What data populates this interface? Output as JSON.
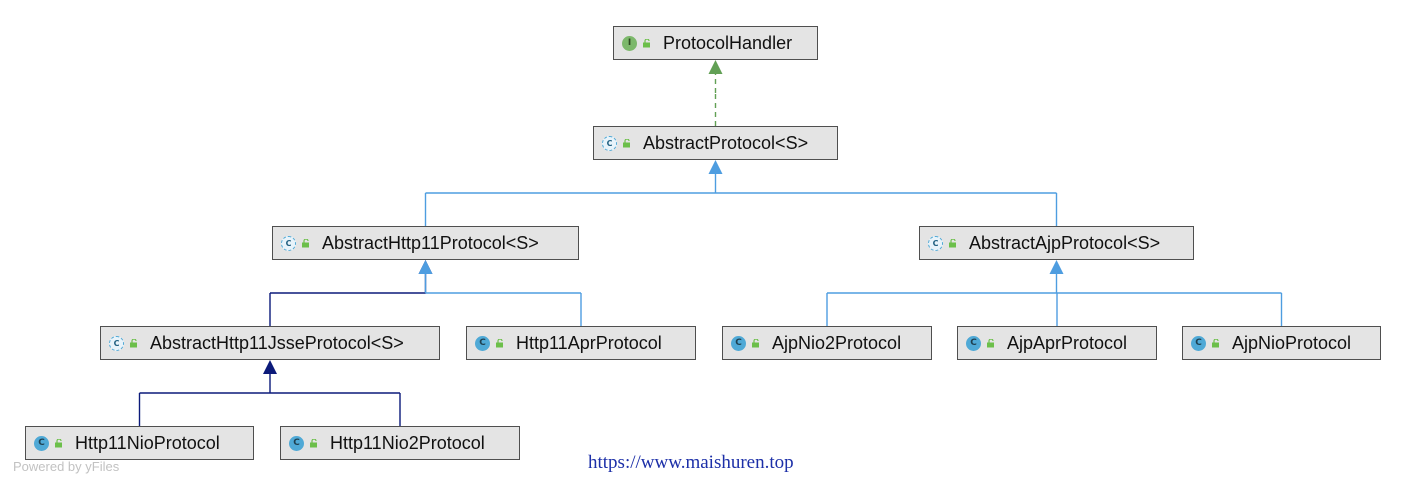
{
  "nodes": [
    {
      "id": "protocol-handler",
      "label": "ProtocolHandler",
      "kind": "interface",
      "kind_letter": "I"
    },
    {
      "id": "abstract-protocol",
      "label": "AbstractProtocol<S>",
      "kind": "abstract-class",
      "kind_letter": "C"
    },
    {
      "id": "abstract-http11-protocol",
      "label": "AbstractHttp11Protocol<S>",
      "kind": "abstract-class",
      "kind_letter": "C"
    },
    {
      "id": "abstract-ajp-protocol",
      "label": "AbstractAjpProtocol<S>",
      "kind": "abstract-class",
      "kind_letter": "C"
    },
    {
      "id": "abstract-http11-jsse-protocol",
      "label": "AbstractHttp11JsseProtocol<S>",
      "kind": "abstract-class",
      "kind_letter": "C"
    },
    {
      "id": "http11-apr-protocol",
      "label": "Http11AprProtocol",
      "kind": "class",
      "kind_letter": "C"
    },
    {
      "id": "ajp-nio2-protocol",
      "label": "AjpNio2Protocol",
      "kind": "class",
      "kind_letter": "C"
    },
    {
      "id": "ajp-apr-protocol",
      "label": "AjpAprProtocol",
      "kind": "class",
      "kind_letter": "C"
    },
    {
      "id": "ajp-nio-protocol",
      "label": "AjpNioProtocol",
      "kind": "class",
      "kind_letter": "C"
    },
    {
      "id": "http11-nio-protocol",
      "label": "Http11NioProtocol",
      "kind": "class",
      "kind_letter": "C"
    },
    {
      "id": "http11-nio2-protocol",
      "label": "Http11Nio2Protocol",
      "kind": "class",
      "kind_letter": "C"
    }
  ],
  "edges": [
    {
      "from": "abstract-protocol",
      "to": "protocol-handler",
      "relation": "implements"
    },
    {
      "from": "abstract-http11-protocol",
      "to": "abstract-protocol",
      "relation": "extends"
    },
    {
      "from": "abstract-ajp-protocol",
      "to": "abstract-protocol",
      "relation": "extends"
    },
    {
      "from": "abstract-http11-jsse-protocol",
      "to": "abstract-http11-protocol",
      "relation": "extends-abstract"
    },
    {
      "from": "http11-apr-protocol",
      "to": "abstract-http11-protocol",
      "relation": "extends"
    },
    {
      "from": "ajp-nio2-protocol",
      "to": "abstract-ajp-protocol",
      "relation": "extends"
    },
    {
      "from": "ajp-apr-protocol",
      "to": "abstract-ajp-protocol",
      "relation": "extends"
    },
    {
      "from": "ajp-nio-protocol",
      "to": "abstract-ajp-protocol",
      "relation": "extends"
    },
    {
      "from": "http11-nio-protocol",
      "to": "abstract-http11-jsse-protocol",
      "relation": "extends-abstract"
    },
    {
      "from": "http11-nio2-protocol",
      "to": "abstract-http11-jsse-protocol",
      "relation": "extends-abstract"
    }
  ],
  "colors": {
    "implements": "#62a055",
    "extends": "#4e9de0",
    "extends-abstract": "#0c1a7a",
    "node_fill": "#e4e4e4",
    "node_border": "#4f4f4f",
    "visibility_lock": "#6cbf4a"
  },
  "icons": {
    "interface": "interface-icon",
    "class": "class-icon",
    "abstract-class": "abstract-class-icon",
    "visibility": "public-visibility-icon"
  },
  "watermark": "Powered by yFiles",
  "site_link": "https://www.maishuren.top"
}
